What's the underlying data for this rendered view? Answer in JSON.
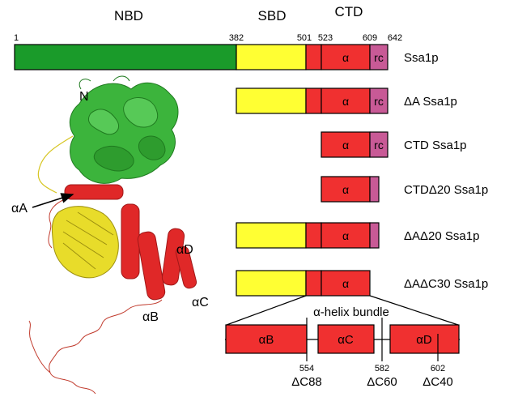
{
  "domains": {
    "nbd": "NBD",
    "sbd": "SBD",
    "ctd": "CTD"
  },
  "positions": {
    "p1": "1",
    "p382": "382",
    "p501": "501",
    "p523": "523",
    "p609": "609",
    "p642": "642"
  },
  "segment_labels": {
    "alpha": "α",
    "rc": "rc"
  },
  "constructs": [
    {
      "name": "Ssa1p"
    },
    {
      "name": "ΔA Ssa1p"
    },
    {
      "name": "CTD Ssa1p"
    },
    {
      "name": "CTDΔ20 Ssa1p"
    },
    {
      "name": "ΔAΔ20 Ssa1p"
    },
    {
      "name": "ΔAΔC30 Ssa1p"
    }
  ],
  "helix_bundle": {
    "title": "α-helix bundle",
    "helices": {
      "b": "αB",
      "c": "αC",
      "d": "αD"
    },
    "truncations": [
      {
        "pos": "554",
        "name": "ΔC88"
      },
      {
        "pos": "582",
        "name": "ΔC60"
      },
      {
        "pos": "602",
        "name": "ΔC40"
      }
    ]
  },
  "structure_labels": {
    "n": "N",
    "alpha_a": "αA",
    "alpha_b": "αB",
    "alpha_c": "αC",
    "alpha_d": "αD"
  },
  "colors": {
    "nbd": "#1a9b2a",
    "sbd": "#ffff33",
    "ctd": "#f03030",
    "rc": "#c85a96",
    "nbd_structure": "#3cb43c",
    "sbd_structure": "#e8dc2a",
    "ctd_structure": "#e02828",
    "outline": "#000000"
  }
}
